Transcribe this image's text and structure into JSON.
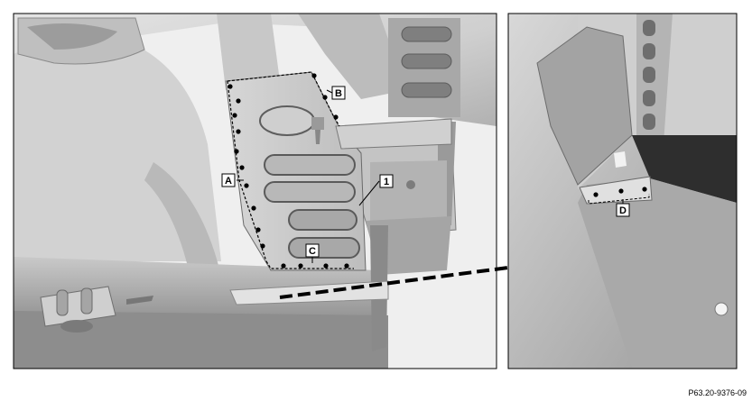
{
  "callouts": {
    "a": "A",
    "b": "B",
    "c": "C",
    "d": "D",
    "part1": "1"
  },
  "reference_code": "P63.20-9376-09",
  "colors": {
    "background": "#ffffff",
    "panel_frame": "#000000",
    "metal_light": "#dcdcdc",
    "metal_mid": "#b5b5b5",
    "metal_dark": "#6e6e6e",
    "weld_spot": "#000000"
  }
}
